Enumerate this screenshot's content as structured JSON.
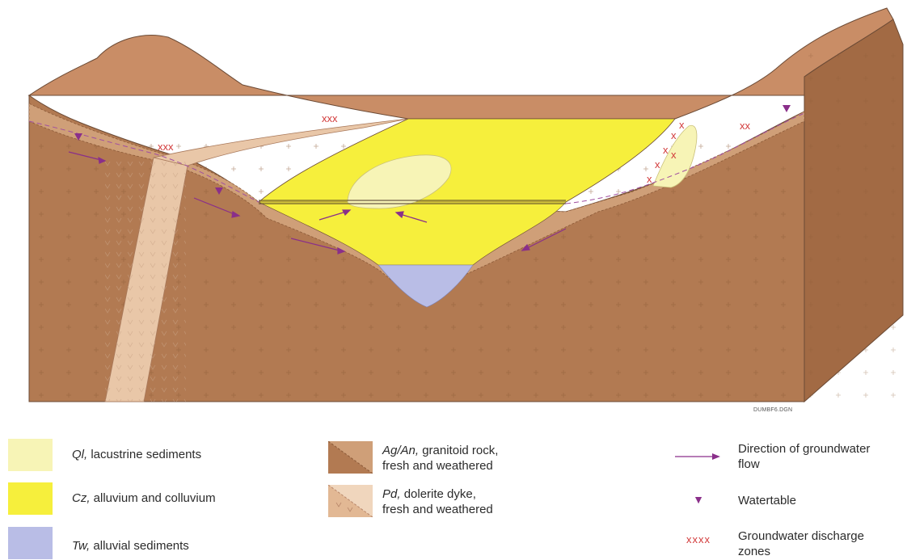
{
  "figure": {
    "file_code": "DUMBF6.DGN"
  },
  "colors": {
    "granite": "#b27a52",
    "granite_weathered": "#cf9f78",
    "top_surface": "#c98d66",
    "right_face": "#a26a44",
    "dyke": "#e9c7a8",
    "alluvium": "#f6ef3c",
    "lacustrine": "#f7f4b6",
    "tw": "#b9bde6",
    "arrow": "#8a2f8a",
    "discharge": "#d23a3a"
  },
  "legend": {
    "ql": {
      "symbol": "Ql,",
      "text": "lacustrine sediments"
    },
    "cz": {
      "symbol": "Cz,",
      "text": "alluvium and colluvium"
    },
    "tw": {
      "symbol": "Tw,",
      "text": "alluvial sediments"
    },
    "ag": {
      "symbol": "Ag/An,",
      "text": "granitoid rock,",
      "text2": "fresh and weathered"
    },
    "pd": {
      "symbol": "Pd,",
      "text": "dolerite dyke,",
      "text2": "fresh and weathered"
    },
    "flow": {
      "text": "Direction of groundwater",
      "text2": "flow"
    },
    "watertable": {
      "text": "Watertable"
    },
    "discharge": {
      "marks": "xxxx",
      "text": "Groundwater discharge",
      "text2": "zones"
    }
  }
}
